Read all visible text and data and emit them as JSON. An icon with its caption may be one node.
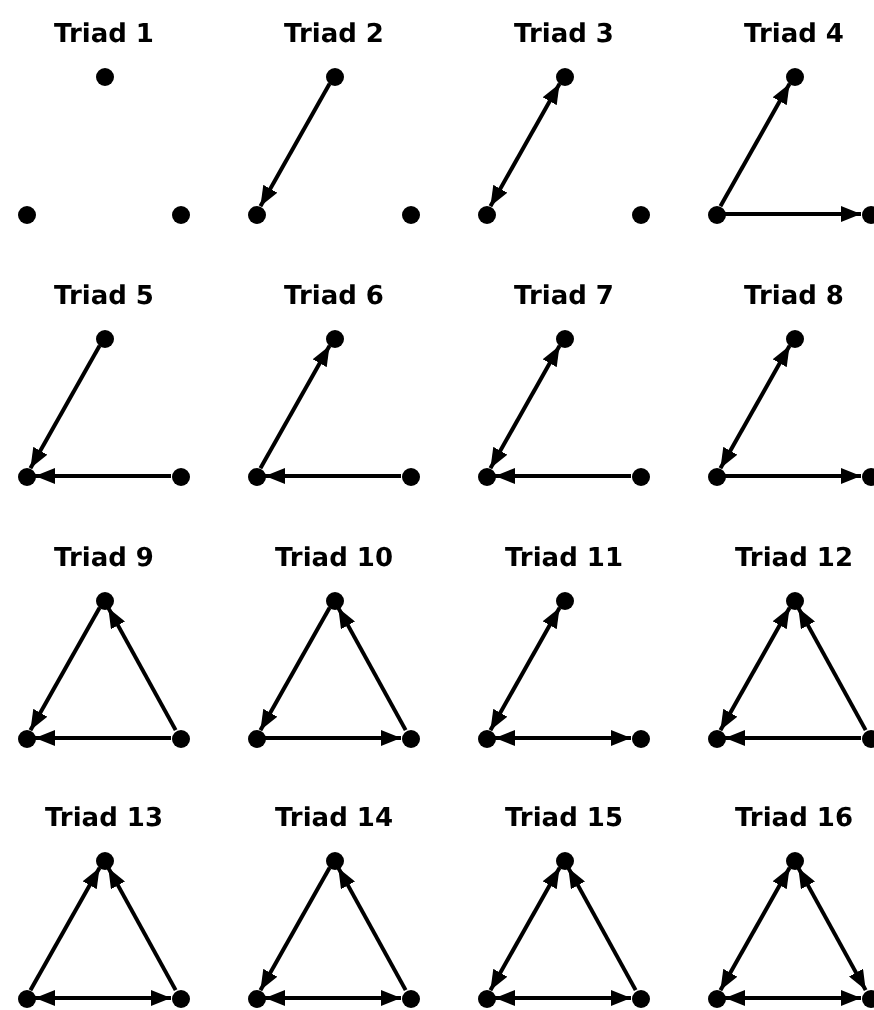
{
  "diagram": {
    "nodes": [
      {
        "text": [],
        "shape": "circle"
      },
      {
        "text": [],
        "shape": "circle"
      },
      {
        "text": [],
        "shape": "circle"
      },
      {
        "text": [],
        "shape": "circle"
      },
      {
        "text": [],
        "shape": "circle"
      },
      {
        "text": [],
        "shape": "circle"
      },
      {
        "text": [],
        "shape": "circle"
      },
      {
        "text": [],
        "shape": "circle"
      },
      {
        "text": [],
        "shape": "circle"
      },
      {
        "text": [],
        "shape": "circle"
      },
      {
        "text": [],
        "shape": "circle"
      },
      {
        "text": [],
        "shape": "circle"
      },
      {
        "text": [],
        "shape": "circle"
      },
      {
        "text": [],
        "shape": "circle"
      },
      {
        "text": [],
        "shape": "circle"
      },
      {
        "text": [],
        "shape": "circle"
      },
      {
        "text": [],
        "shape": "circle"
      },
      {
        "text": [],
        "shape": "circle"
      },
      {
        "text": [],
        "shape": "circle"
      },
      {
        "text": [],
        "shape": "circle"
      },
      {
        "text": [],
        "shape": "circle"
      },
      {
        "text": [],
        "shape": "circle"
      },
      {
        "text": [],
        "shape": "circle"
      },
      {
        "text": [],
        "shape": "circle"
      },
      {
        "text": [],
        "shape": "circle"
      },
      {
        "text": [],
        "shape": "circle"
      },
      {
        "text": [],
        "shape": "circle"
      },
      {
        "text": [],
        "shape": "circle"
      },
      {
        "text": [],
        "shape": "circle"
      },
      {
        "text": [],
        "shape": "circle"
      },
      {
        "text": [],
        "shape": "circle"
      },
      {
        "text": [],
        "shape": "circle"
      },
      {
        "text": [],
        "shape": "circle"
      },
      {
        "text": [],
        "shape": "circle"
      },
      {
        "text": [],
        "shape": "circle"
      },
      {
        "text": [],
        "shape": "circle"
      },
      {
        "text": [],
        "shape": "circle"
      },
      {
        "text": [],
        "shape": "circle"
      },
      {
        "text": [],
        "shape": "circle"
      },
      {
        "text": [],
        "shape": "circle"
      },
      {
        "text": [],
        "shape": "circle"
      },
      {
        "text": [],
        "shape": "circle"
      },
      {
        "text": [],
        "shape": "circle"
      },
      {
        "text": [],
        "shape": "circle"
      },
      {
        "text": [],
        "shape": "circle"
      },
      {
        "text": [],
        "shape": "circle"
      },
      {
        "text": [],
        "shape": "circle"
      },
      {
        "text": [],
        "shape": "circle"
      }
    ],
    "edges": [
      {
        "from": 3,
        "to": 4,
        "arrow": "to"
      },
      {
        "from": 6,
        "to": 7,
        "arrow": "both"
      },
      {
        "from": 10,
        "to": 9,
        "arrow": "to"
      },
      {
        "from": 10,
        "to": 11,
        "arrow": "to"
      },
      {
        "from": 12,
        "to": 13,
        "arrow": "to"
      },
      {
        "from": 14,
        "to": 13,
        "arrow": "to"
      },
      {
        "from": 16,
        "to": 15,
        "arrow": "to"
      },
      {
        "from": 17,
        "to": 16,
        "arrow": "to"
      },
      {
        "from": 18,
        "to": 19,
        "arrow": "both"
      },
      {
        "from": 20,
        "to": 19,
        "arrow": "to"
      },
      {
        "from": 21,
        "to": 22,
        "arrow": "both"
      },
      {
        "from": 22,
        "to": 23,
        "arrow": "to"
      },
      {
        "from": 24,
        "to": 25,
        "arrow": "to"
      },
      {
        "from": 26,
        "to": 24,
        "arrow": "to"
      },
      {
        "from": 26,
        "to": 25,
        "arrow": "to"
      },
      {
        "from": 27,
        "to": 28,
        "arrow": "to"
      },
      {
        "from": 29,
        "to": 27,
        "arrow": "to"
      },
      {
        "from": 28,
        "to": 29,
        "arrow": "to"
      },
      {
        "from": 30,
        "to": 31,
        "arrow": "both"
      },
      {
        "from": 31,
        "to": 32,
        "arrow": "both"
      },
      {
        "from": 33,
        "to": 34,
        "arrow": "both"
      },
      {
        "from": 35,
        "to": 33,
        "arrow": "to"
      },
      {
        "from": 35,
        "to": 34,
        "arrow": "to"
      },
      {
        "from": 37,
        "to": 36,
        "arrow": "to"
      },
      {
        "from": 38,
        "to": 36,
        "arrow": "to"
      },
      {
        "from": 37,
        "to": 38,
        "arrow": "both"
      },
      {
        "from": 39,
        "to": 40,
        "arrow": "to"
      },
      {
        "from": 41,
        "to": 39,
        "arrow": "to"
      },
      {
        "from": 40,
        "to": 41,
        "arrow": "both"
      },
      {
        "from": 42,
        "to": 43,
        "arrow": "both"
      },
      {
        "from": 44,
        "to": 42,
        "arrow": "to"
      },
      {
        "from": 43,
        "to": 44,
        "arrow": "both"
      },
      {
        "from": 45,
        "to": 46,
        "arrow": "both"
      },
      {
        "from": 45,
        "to": 47,
        "arrow": "both"
      },
      {
        "from": 46,
        "to": 47,
        "arrow": "both"
      }
    ],
    "labels": [
      "Triad 1",
      "Triad 2",
      "Triad 3",
      "Triad 4",
      "Triad 5",
      "Triad 6",
      "Triad 7",
      "Triad 8",
      "Triad 9",
      "Triad 10",
      "Triad 11",
      "Triad 12",
      "Triad 13",
      "Triad 14",
      "Triad 15",
      "Triad 16"
    ]
  }
}
